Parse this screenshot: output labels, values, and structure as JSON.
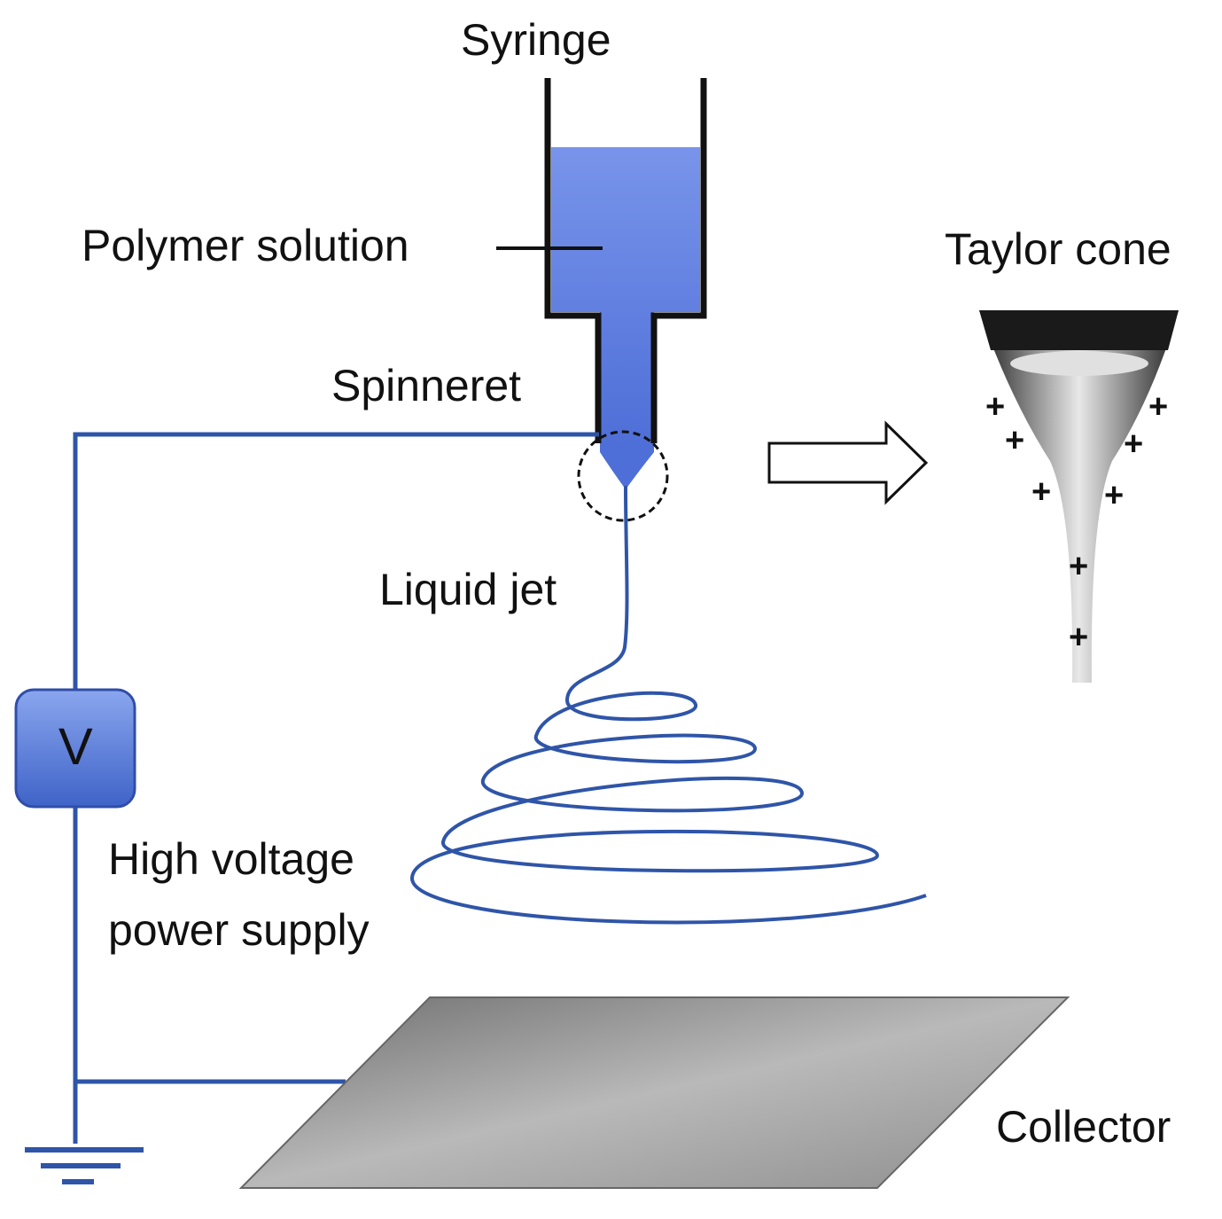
{
  "labels": {
    "syringe": "Syringe",
    "polymer_solution": "Polymer solution",
    "spinneret": "Spinneret",
    "liquid_jet": "Liquid jet",
    "taylor_cone": "Taylor cone",
    "voltage_symbol": "V",
    "power_supply_line1": "High voltage",
    "power_supply_line2": "power supply",
    "collector": "Collector",
    "charge_sign": "+"
  },
  "colors": {
    "solution": "#6f8fe8",
    "wire": "#2f55a8",
    "outline": "#111111",
    "collector": "#a8a8a8",
    "voltage_box": "#5b7fd6"
  },
  "icons": {
    "ground": "ground-symbol-icon",
    "arrow": "hollow-right-arrow-icon",
    "magnifier": "dashed-circle-icon"
  }
}
